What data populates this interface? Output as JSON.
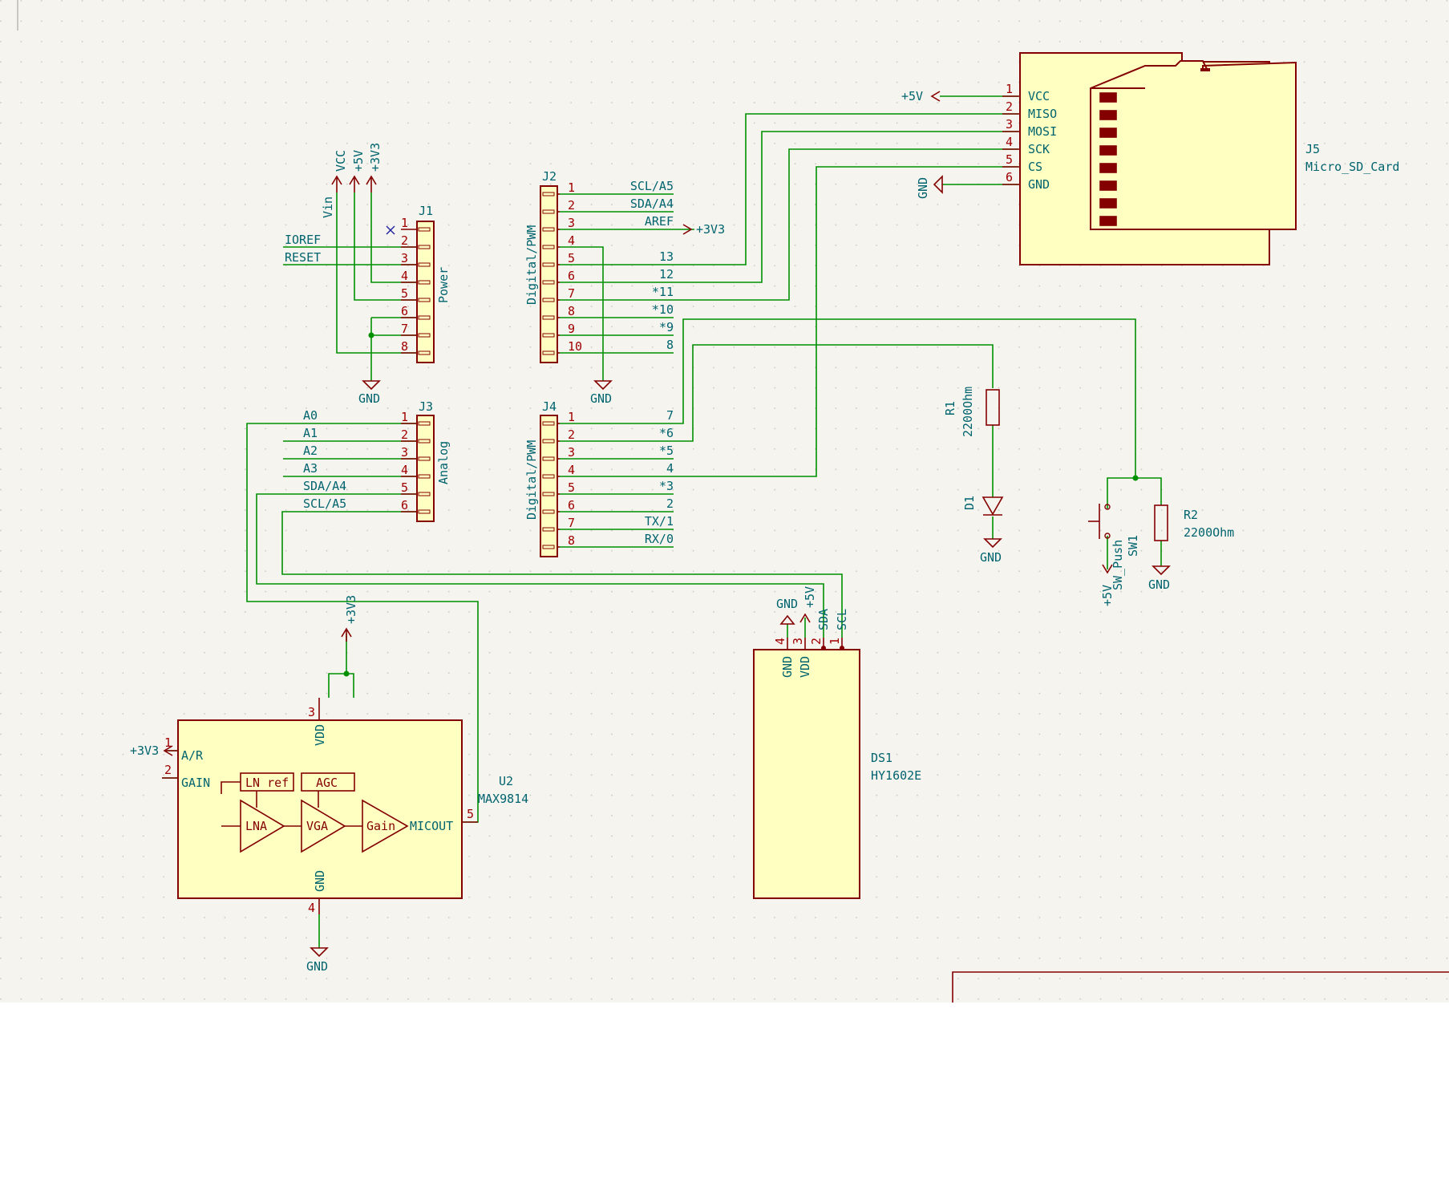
{
  "connectors": {
    "j1": {
      "ref": "J1",
      "value": "Power",
      "pins": [
        "1",
        "2",
        "3",
        "4",
        "5",
        "6",
        "7",
        "8"
      ],
      "labels": {
        "ioref": "IOREF",
        "reset": "RESET",
        "vin": "Vin"
      }
    },
    "j2": {
      "ref": "J2",
      "value": "Digital/PWM",
      "pins": [
        "1",
        "2",
        "3",
        "4",
        "5",
        "6",
        "7",
        "8",
        "9",
        "10"
      ],
      "labels": [
        "SCL/A5",
        "SDA/A4",
        "AREF",
        "",
        "13",
        "12",
        "*11",
        "*10",
        "*9",
        "8"
      ]
    },
    "j3": {
      "ref": "J3",
      "value": "Analog",
      "pins": [
        "1",
        "2",
        "3",
        "4",
        "5",
        "6"
      ],
      "labels": [
        "A0",
        "A1",
        "A2",
        "A3",
        "SDA/A4",
        "SCL/A5"
      ]
    },
    "j4": {
      "ref": "J4",
      "value": "Digital/PWM",
      "pins": [
        "1",
        "2",
        "3",
        "4",
        "5",
        "6",
        "7",
        "8"
      ],
      "labels": [
        "7",
        "*6",
        "*5",
        "4",
        "*3",
        "2",
        "TX/1",
        "RX/0"
      ]
    },
    "j5": {
      "ref": "J5",
      "value": "Micro_SD_Card",
      "pins": [
        "1",
        "2",
        "3",
        "4",
        "5",
        "6"
      ],
      "pin_names": [
        "VCC",
        "MISO",
        "MOSI",
        "SCK",
        "CS",
        "GND"
      ]
    }
  },
  "power": {
    "vcc": "VCC",
    "p5v": "+5V",
    "p3v3": "+3V3",
    "gnd": "GND"
  },
  "resistors": {
    "r1": {
      "ref": "R1",
      "value": "2200Ohm"
    },
    "r2": {
      "ref": "R2",
      "value": "2200Ohm"
    }
  },
  "diode": {
    "ref": "D1"
  },
  "switch": {
    "ref": "SW1",
    "value": "SW_Push"
  },
  "display": {
    "ref": "DS1",
    "value": "HY1602E",
    "pins": [
      "4",
      "3",
      "2",
      "1"
    ],
    "pin_names": [
      "GND",
      "VDD",
      "SDA",
      "SCL"
    ]
  },
  "mic": {
    "ref": "U2",
    "value": "MAX9814",
    "pins": {
      "ar": "1",
      "gain": "2",
      "vdd": "3",
      "gnd": "4",
      "micout": "5"
    },
    "pin_names": {
      "ar": "A/R",
      "gain": "GAIN",
      "vdd": "VDD",
      "gnd": "GND",
      "micout": "MICOUT"
    },
    "blocks": {
      "lnref": "LN ref",
      "agc": "AGC",
      "lna": "LNA",
      "vga": "VGA",
      "gain": "Gain"
    }
  },
  "colors": {
    "background": "#f5f4ef",
    "wire": "#009000",
    "symbol": "#840000",
    "body": "#ffffc2",
    "text": "#00646e"
  }
}
